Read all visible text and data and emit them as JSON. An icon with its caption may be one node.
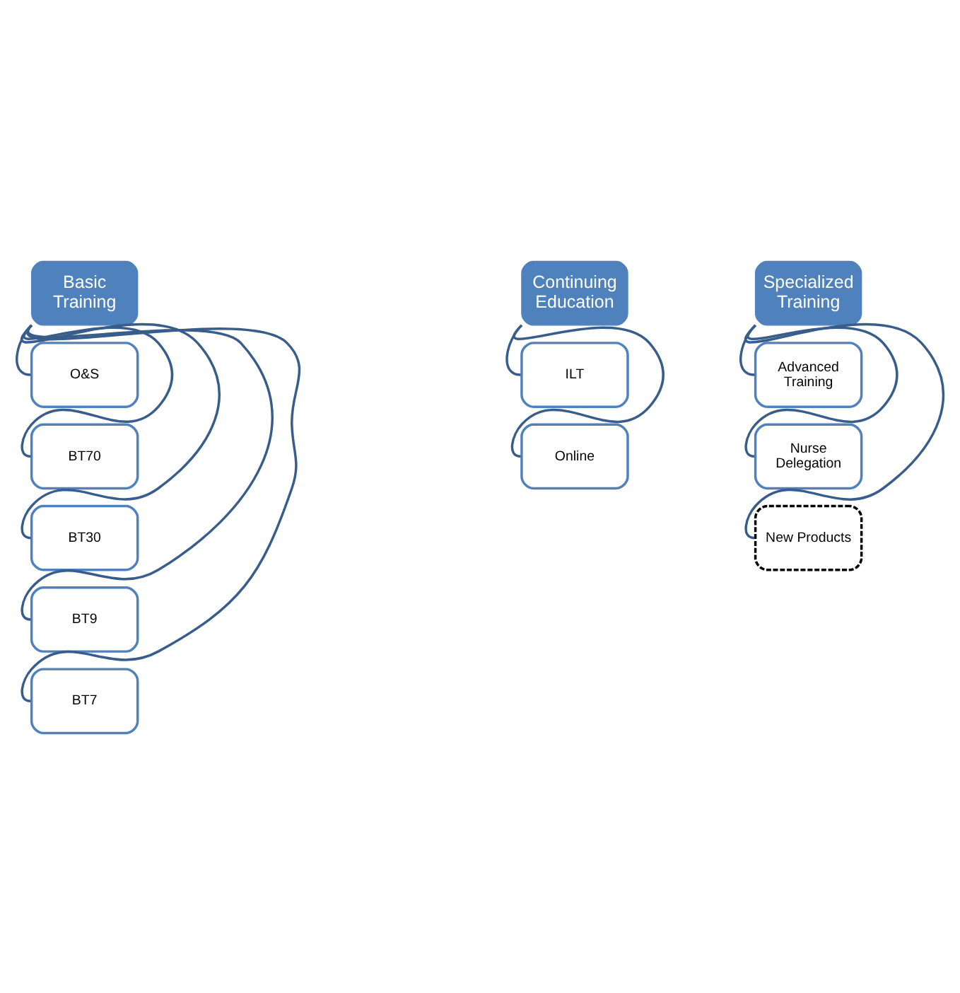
{
  "diagram": {
    "nodes": [
      {
        "text": [
          "Basic Training"
        ]
      },
      {
        "text": [
          "O&S"
        ]
      },
      {
        "text": [
          "BT70"
        ]
      },
      {
        "text": [
          "BT30"
        ]
      },
      {
        "text": [
          "BT9"
        ]
      },
      {
        "text": [
          "BT7"
        ]
      },
      {
        "text": [
          "Continuing Education"
        ]
      },
      {
        "text": [
          "ILT"
        ]
      },
      {
        "text": [
          "Online"
        ]
      },
      {
        "text": [
          "Specialized Training"
        ]
      },
      {
        "text": [
          "Advanced Training"
        ]
      },
      {
        "text": [
          "Nurse Delegation"
        ]
      },
      {
        "text": [
          "New Products"
        ]
      }
    ],
    "edges": [
      {
        "from": 0,
        "to": 1,
        "arrow": "none"
      },
      {
        "from": 0,
        "to": 2,
        "arrow": "none"
      },
      {
        "from": 0,
        "to": 3,
        "arrow": "none"
      },
      {
        "from": 0,
        "to": 4,
        "arrow": "none"
      },
      {
        "from": 0,
        "to": 5,
        "arrow": "none"
      },
      {
        "from": 6,
        "to": 7,
        "arrow": "none"
      },
      {
        "from": 6,
        "to": 8,
        "arrow": "none"
      },
      {
        "from": 9,
        "to": 10,
        "arrow": "none"
      },
      {
        "from": 9,
        "to": 11,
        "arrow": "none"
      },
      {
        "from": 9,
        "to": 12,
        "arrow": "none"
      }
    ]
  }
}
